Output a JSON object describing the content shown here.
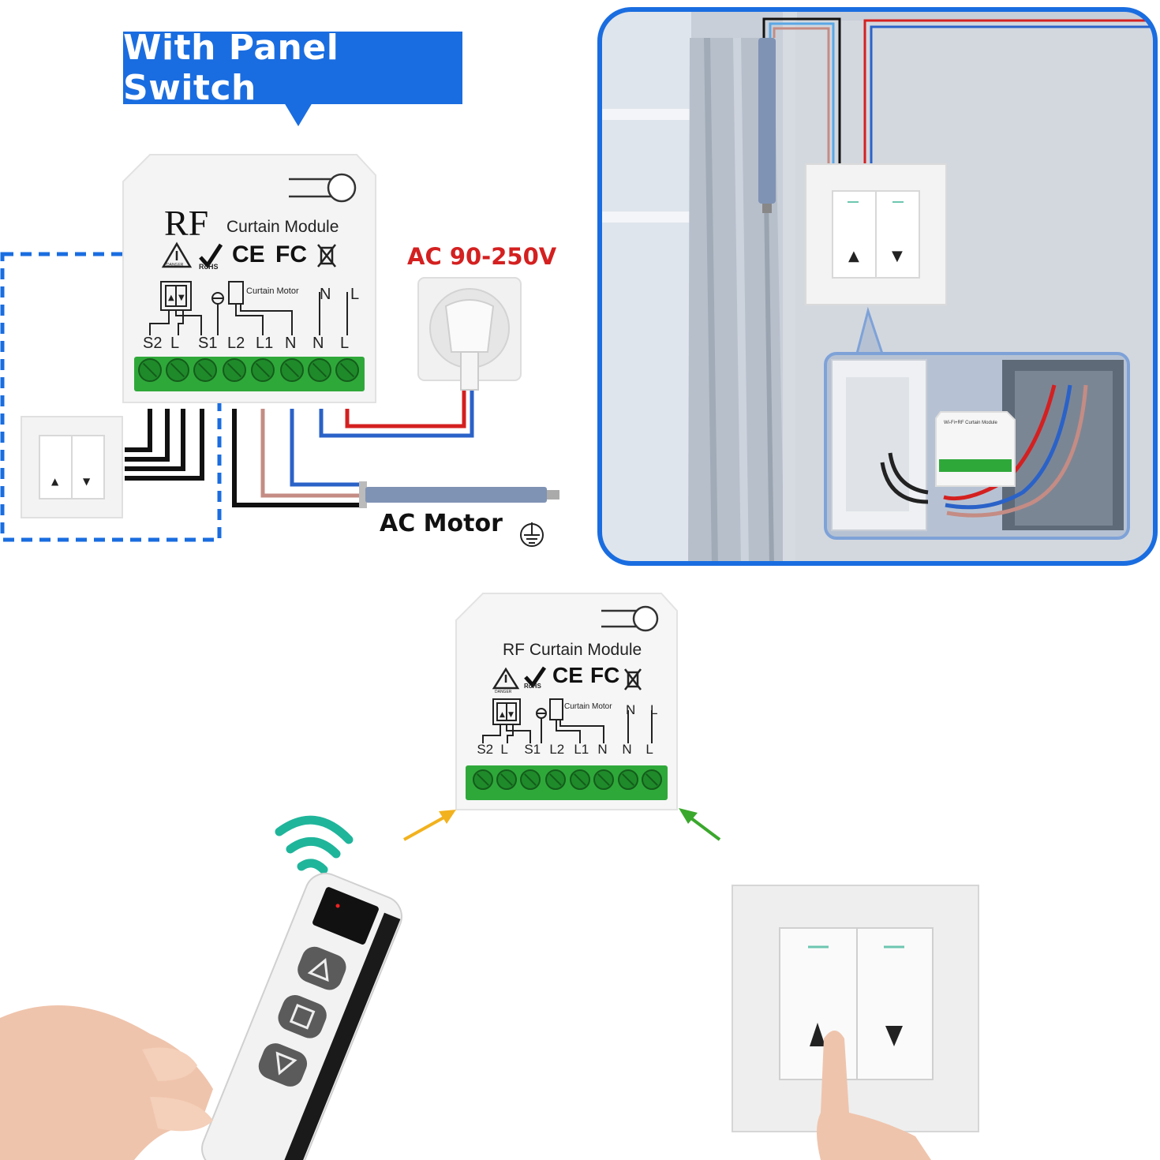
{
  "banner": {
    "title": "With Panel Switch"
  },
  "top_module": {
    "brand": "RF",
    "name": "Curtain Module",
    "cert_marks": [
      "DANGER",
      "RoHS",
      "CE",
      "FC"
    ],
    "motor_label": "Curtain Motor",
    "upper_labels": [
      "N",
      "L"
    ],
    "terminals": [
      "S2",
      "L",
      "S1",
      "L2",
      "L1",
      "N",
      "N",
      "L"
    ]
  },
  "power": {
    "label": "AC 90-250V"
  },
  "motor": {
    "label": "AC Motor"
  },
  "bottom_module": {
    "title": "RF Curtain Module",
    "cert_marks": [
      "DANGER",
      "RoHS",
      "CE",
      "FC"
    ],
    "motor_label": "Curtain Motor",
    "upper_labels": [
      "N",
      "L"
    ],
    "terminals": [
      "S2",
      "L",
      "S1",
      "L2",
      "L1",
      "N",
      "N",
      "L"
    ]
  },
  "inset_module": {
    "label": "Wi-Fi+RF Curtain Module"
  },
  "colors": {
    "accent_blue": "#1a6de0",
    "terminal_green": "#2fa83a",
    "wire_red": "#d42020",
    "wire_blue": "#2a62c8",
    "wire_brown": "#c48c84",
    "wire_black": "#111111"
  },
  "icons": [
    "up-arrow-icon",
    "down-arrow-icon",
    "stop-icon",
    "wireless-signal-icon",
    "ground-icon"
  ]
}
